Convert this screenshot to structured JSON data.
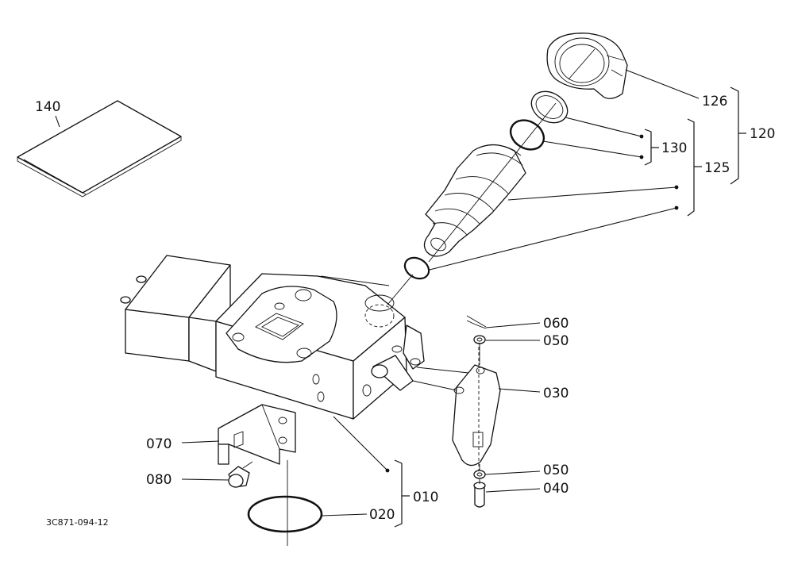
{
  "diagram": {
    "drawing_code": "3C871-094-12",
    "callouts": {
      "p140": "140",
      "p126": "126",
      "p120": "120",
      "p130": "130",
      "p125": "125",
      "p060": "060",
      "p050_top": "050",
      "p030": "030",
      "p070": "070",
      "p080": "080",
      "p050_bottom": "050",
      "p040": "040",
      "p010": "010",
      "p020": "020"
    }
  }
}
